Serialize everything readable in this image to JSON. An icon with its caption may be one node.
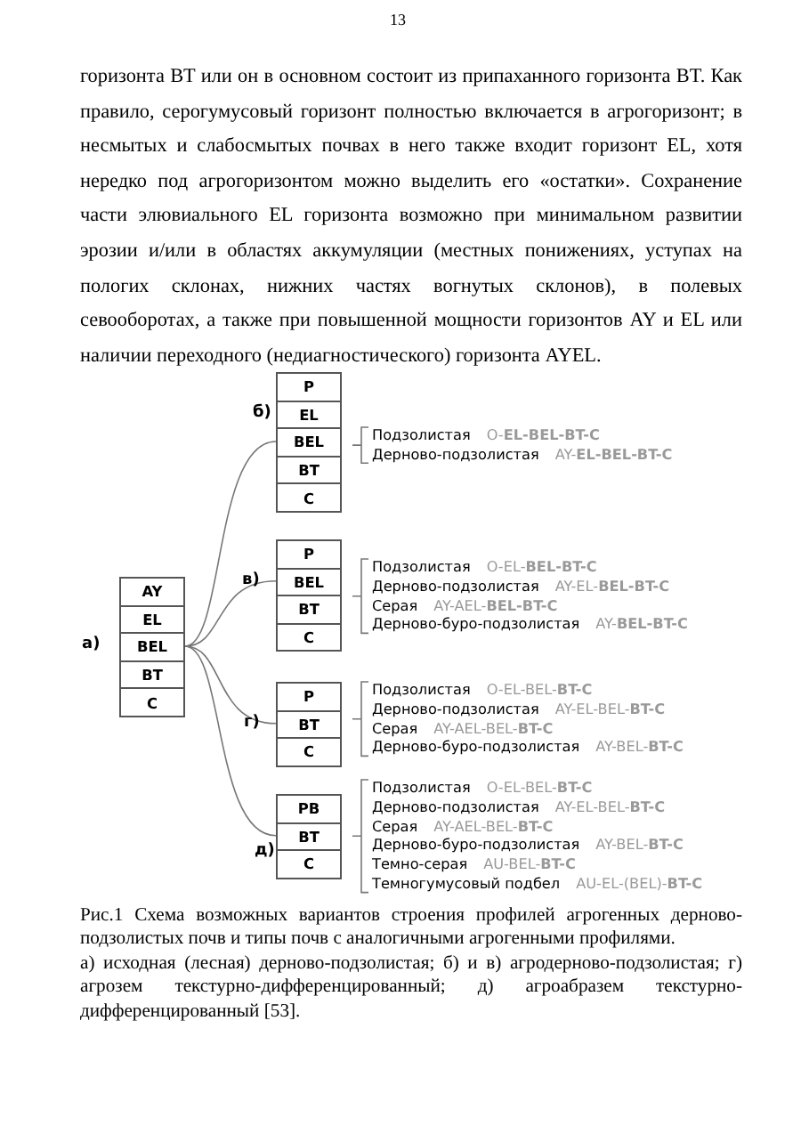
{
  "diagram": {
    "caption": "Рис.1 Схема возможных вариантов строения профилей агрогенных дерново-подзолистых почв и типы почв с аналогичными агрогенными профилями.",
    "nodes": [
      {
        "text": [
          "а)"
        ]
      },
      {
        "text": [
          "AY"
        ],
        "in": 0
      },
      {
        "text": [
          "EL"
        ],
        "in": 0
      },
      {
        "text": [
          "BEL"
        ],
        "in": 0
      },
      {
        "text": [
          "BT"
        ],
        "in": 0
      },
      {
        "text": [
          "C"
        ],
        "in": 0
      },
      {
        "text": [
          "б)"
        ]
      },
      {
        "text": [
          "P"
        ],
        "in": 6
      },
      {
        "text": [
          "EL"
        ],
        "in": 6
      },
      {
        "text": [
          "BEL"
        ],
        "in": 6
      },
      {
        "text": [
          "BT"
        ],
        "in": 6
      },
      {
        "text": [
          "C"
        ],
        "in": 6
      },
      {
        "text": [
          "в)"
        ]
      },
      {
        "text": [
          "P"
        ],
        "in": 12
      },
      {
        "text": [
          "BEL"
        ],
        "in": 12
      },
      {
        "text": [
          "BT"
        ],
        "in": 12
      },
      {
        "text": [
          "C"
        ],
        "in": 12
      },
      {
        "text": [
          "г)"
        ]
      },
      {
        "text": [
          "P"
        ],
        "in": 17
      },
      {
        "text": [
          "BT"
        ],
        "in": 17
      },
      {
        "text": [
          "C"
        ],
        "in": 17
      },
      {
        "text": [
          "д)"
        ]
      },
      {
        "text": [
          "PB"
        ],
        "in": 21
      },
      {
        "text": [
          "BT"
        ],
        "in": 21
      },
      {
        "text": [
          "C"
        ],
        "in": 21
      }
    ],
    "edges": [
      {
        "from": 3,
        "to": 9,
        "arrow": "none"
      },
      {
        "from": 3,
        "to": 14,
        "arrow": "none"
      },
      {
        "from": 3,
        "to": 19,
        "arrow": "none"
      },
      {
        "from": 3,
        "to": 23,
        "arrow": "none"
      }
    ],
    "labels": [
      "13",
      "горизонта BT или он в основном состоит из припаханного горизонта BT. Как правило, серогумусовый горизонт полностью включается в агрогоризонт; в несмытых и слабосмытых почвах в него также входит горизонт EL, хотя нередко под агрогоризонтом можно выделить его «остатки». Сохранение части элювиального EL горизонта возможно при минимальном развитии эрозии и/или в областях аккумуляции (местных понижениях, уступах на пологих склонах, нижних частях вогнутых склонов), в полевых севооборотах, а также при повышенной мощности горизонтов AY и EL или наличии переходного (недиагностического) горизонта AYEL.",
      "Подзолистая",
      "O-**EL-BEL-BT-C**",
      "Дерново-подзолистая",
      "AY-**EL-BEL-BT-C**",
      "Подзолистая",
      "O-EL-**BEL-BT-C**",
      "Дерново-подзолистая",
      "AY-EL-**BEL-BT-C**",
      "Серая",
      "AY-AEL-**BEL-BT-C**",
      "Дерново-буро-подзолистая",
      "AY-**BEL-BT-C**",
      "Подзолистая",
      "O-EL-BEL-**BT-C**",
      "Дерново-подзолистая",
      "AY-EL-BEL-**BT-C**",
      "Серая",
      "AY-AEL-BEL-**BT-C**",
      "Дерново-буро-подзолистая",
      "AY-BEL-**BT-C**",
      "Подзолистая",
      "O-EL-BEL-**BT-C**",
      "Дерново-подзолистая",
      "AY-EL-BEL-**BT-C**",
      "Серая",
      "AY-AEL-BEL-**BT-C**",
      "Дерново-буро-подзолистая",
      "AY-BEL-**BT-C**",
      "Темно-серая",
      "AU-BEL-**BT-C**",
      "Темногумусовый подбел",
      "AU-EL-(BEL)-**BT-C**",
      "а) исходная (лесная) дерново-подзолистая; б) и в) агродерново-подзолистая; г) агрозем текстурно-дифференцированный; д) агроабразем текстурно-дифференцированный [53]."
    ]
  }
}
